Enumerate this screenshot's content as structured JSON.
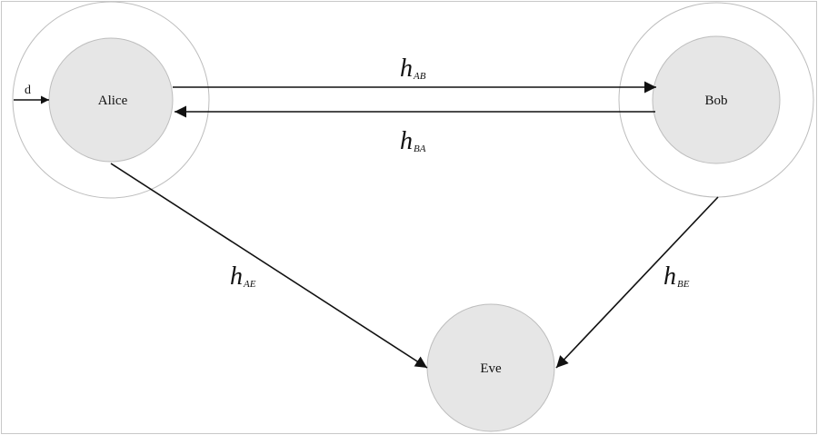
{
  "nodes": {
    "alice": {
      "label": "Alice"
    },
    "bob": {
      "label": "Bob"
    },
    "eve": {
      "label": "Eve"
    }
  },
  "input": {
    "label": "d"
  },
  "channels": {
    "ab": {
      "symbol": "h",
      "subscript": "AB"
    },
    "ba": {
      "symbol": "h",
      "subscript": "BA"
    },
    "ae": {
      "symbol": "h",
      "subscript": "AE"
    },
    "be": {
      "symbol": "h",
      "subscript": "BE"
    }
  }
}
